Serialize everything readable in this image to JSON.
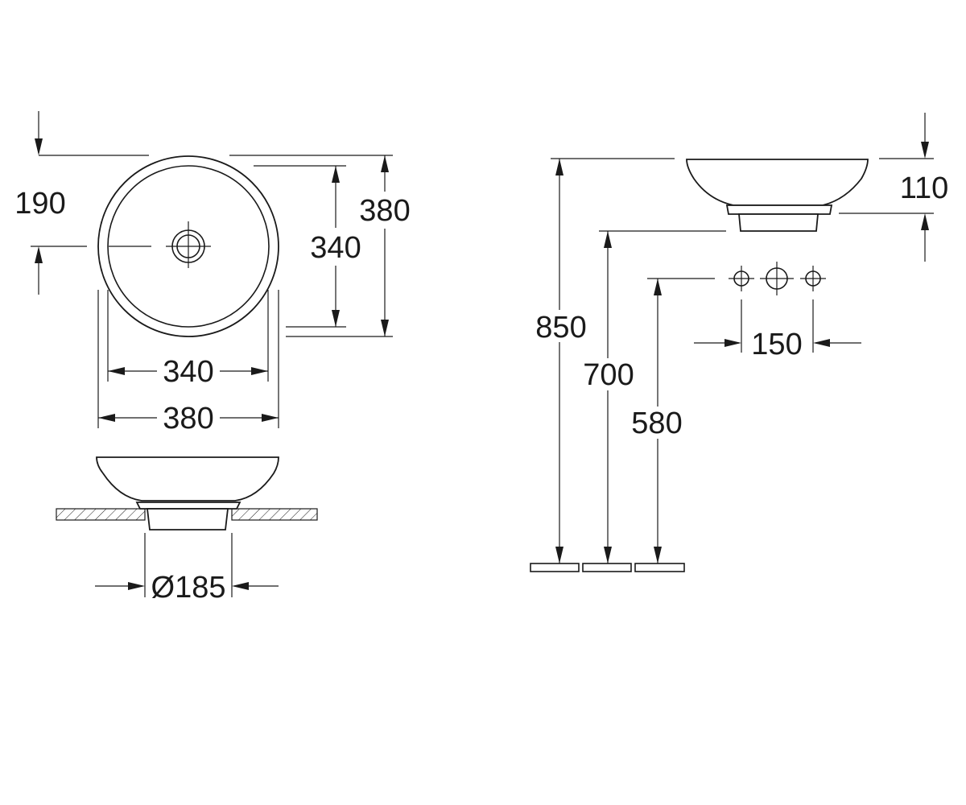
{
  "top_view": {
    "offset_190": "190",
    "height_380": "380",
    "height_340": "340",
    "width_340": "340",
    "width_380": "380"
  },
  "front_view": {
    "diameter_185": "Ø185"
  },
  "side_view": {
    "height_110": "110",
    "height_850": "850",
    "height_700": "700",
    "height_580": "580",
    "spacing_150": "150"
  }
}
